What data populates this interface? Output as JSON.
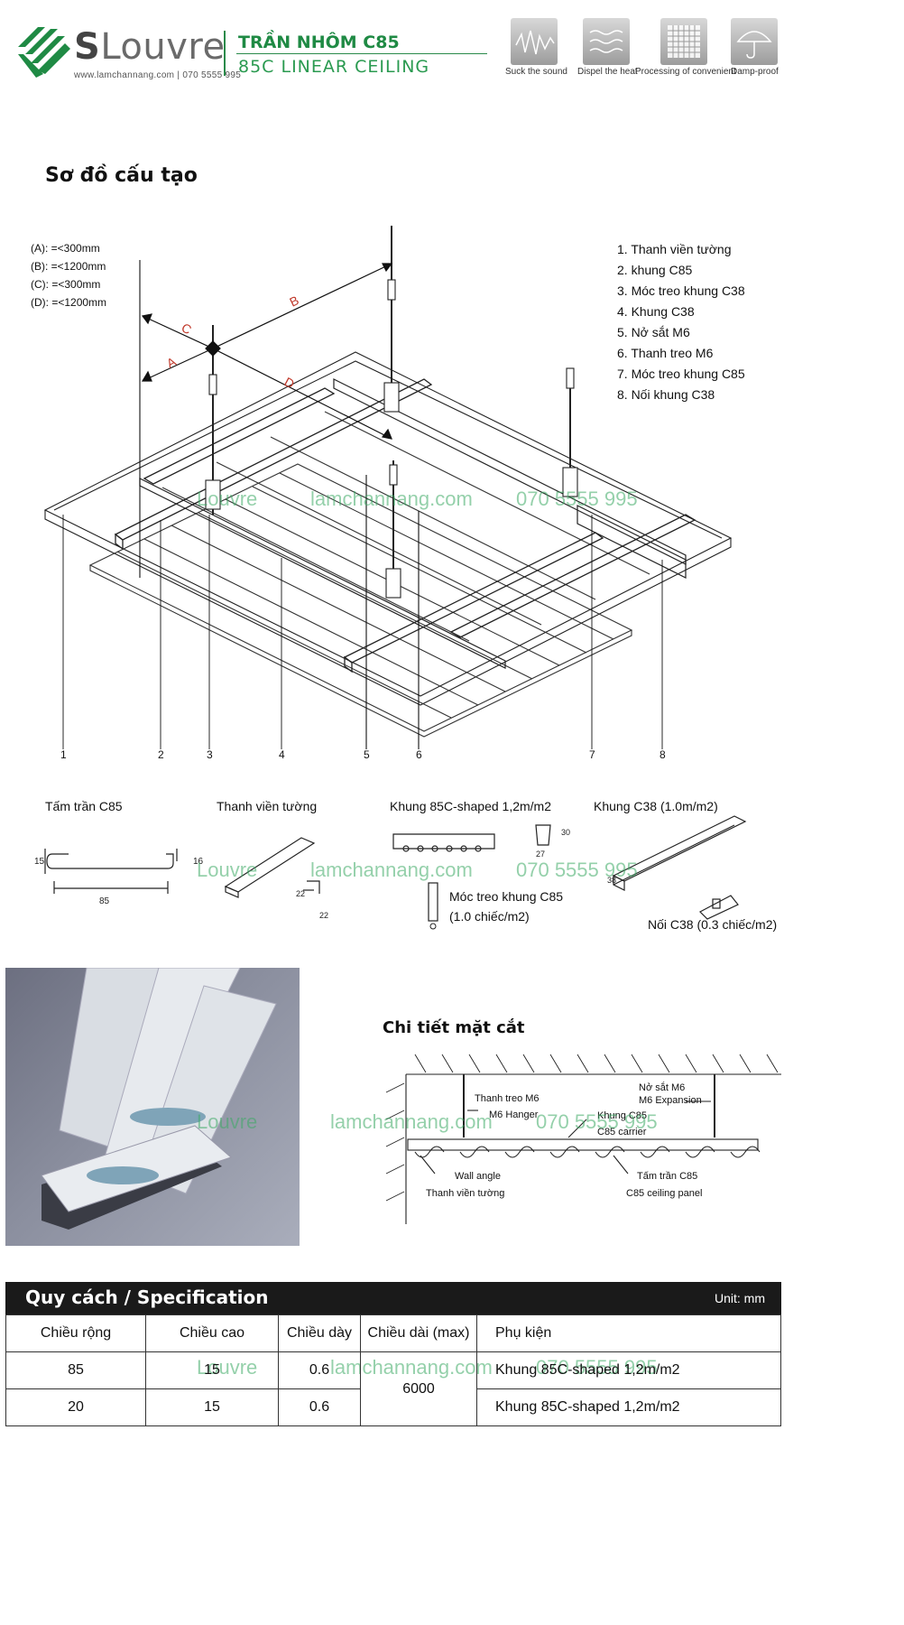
{
  "header": {
    "brand_s": "S",
    "brand_rest": "Louvre",
    "brand_contact": "www.lamchannang.com  |  070 5555 995",
    "product_vn": "TRẦN NHÔM C85",
    "product_en": "85C LINEAR CEILING",
    "features": [
      {
        "label": "Suck the sound",
        "icon": "sound-wave-icon"
      },
      {
        "label": "Dispel the heat",
        "icon": "heat-dispel-icon"
      },
      {
        "label": "Processing of convenient",
        "icon": "grid-panel-icon"
      },
      {
        "label": "Damp-proof",
        "icon": "umbrella-icon"
      }
    ]
  },
  "structure": {
    "title": "Sơ đồ cấu tạo",
    "dims": [
      "(A): =<300mm",
      "(B): =<1200mm",
      "(C): =<300mm",
      "(D): =<1200mm"
    ],
    "dim_letters": {
      "a": "A",
      "b": "B",
      "c": "C",
      "d": "D"
    },
    "legend": [
      "1. Thanh viền tường",
      "2. khung C85",
      "3. Móc treo khung C38",
      "4. Khung C38",
      "5. Nở sắt M6",
      "6. Thanh treo M6",
      "7. Móc treo khung C85",
      "8. Nối khung C38"
    ],
    "numbers": [
      "1",
      "2",
      "3",
      "4",
      "5",
      "6",
      "7",
      "8"
    ]
  },
  "parts": {
    "panel_label": "Tấm trần C85",
    "panel_dims": {
      "h1": "15",
      "h2": "16",
      "w": "85"
    },
    "wall_label": "Thanh viền tường",
    "wall_dims": {
      "a": "22",
      "b": "22"
    },
    "carrier_label": "Khung 85C-shaped 1,2m/m2",
    "carrier_dims": {
      "h": "30",
      "w": "27"
    },
    "hook_label_1": "Móc treo khung C85",
    "hook_label_2": "(1.0 chiếc/m2)",
    "c38_label": "Khung C38 (1.0m/m2)",
    "c38_dim": "38",
    "joint_label": "Nối C38 (0.3 chiếc/m2)"
  },
  "section": {
    "title": "Chi tiết mặt cắt",
    "labels": {
      "hanger_vn": "Thanh treo M6",
      "hanger_en": "M6 Hanger",
      "expansion_vn": "Nở sắt M6",
      "expansion_en": "M6 Expansion",
      "carrier_vn": "Khung C85",
      "carrier_en": "C85 carrier",
      "wall_en": "Wall angle",
      "wall_vn": "Thanh viền tường",
      "panel_vn": "Tấm trần C85",
      "panel_en": "C85 ceiling panel"
    }
  },
  "watermark": {
    "brand": "Louvre",
    "site": "lamchannang.com",
    "phone": "070 5555 995"
  },
  "spec": {
    "title": "Quy cách / Specification",
    "unit": "Unit: mm",
    "headers": [
      "Chiều rộng",
      "Chiều cao",
      "Chiều dày",
      "Chiều dài (max)",
      "Phụ kiện"
    ],
    "length_max": "6000",
    "rows": [
      {
        "width": "85",
        "height": "15",
        "thickness": "0.6",
        "accessory": "Khung 85C-shaped 1,2m/m2"
      },
      {
        "width": "20",
        "height": "15",
        "thickness": "0.6",
        "accessory": "Khung 85C-shaped 1,2m/m2"
      }
    ]
  }
}
